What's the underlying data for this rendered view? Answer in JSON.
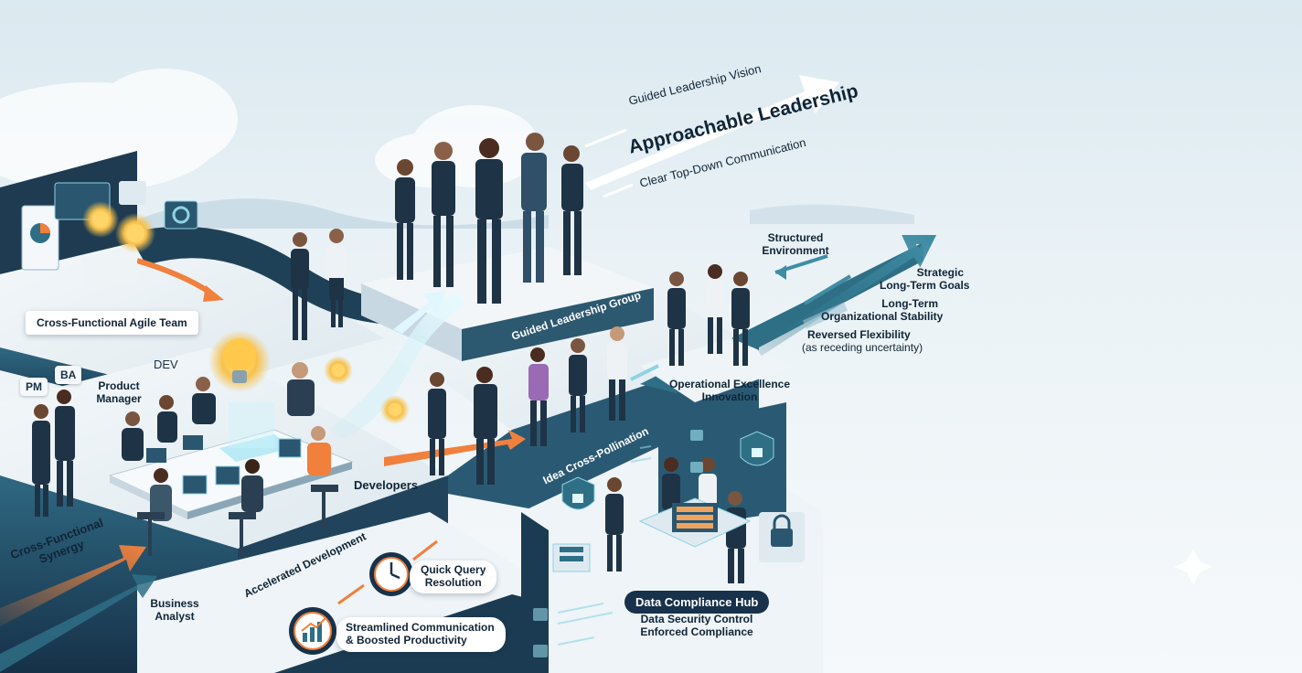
{
  "labels": {
    "leadership_vision": "Guided Leadership Vision",
    "approachable_leadership": "Approachable Leadership",
    "top_down": "Clear Top-Down Communication",
    "leadership_group": "Guided Leadership Group",
    "structured_environment_1": "Structured",
    "structured_environment_2": "Environment",
    "strategic_goals_1": "Strategic",
    "strategic_goals_2": "Long-Term Goals",
    "stability_1": "Long-Term",
    "stability_2": "Organizational Stability",
    "reversed_flexibility": "Reversed Flexibility",
    "receding_uncertainty": "(as receding uncertainty)",
    "cross_functional_team": "Cross-Functional Agile Team",
    "dev_tag": "DEV",
    "pm_tag": "PM",
    "ba_tag": "BA",
    "product_manager_1": "Product",
    "product_manager_2": "Manager",
    "operational_excellence_1": "Operational Excellence",
    "operational_excellence_2": "Innovation",
    "idea_cross_pollination": "Idea Cross-Pollination",
    "developers": "Developers",
    "cross_functional_synergy_1": "Cross-Functional",
    "cross_functional_synergy_2": "Synergy",
    "accelerated_development": "Accelerated Development",
    "quick_query_1": "Quick Query",
    "quick_query_2": "Resolution",
    "business_analyst_1": "Business",
    "business_analyst_2": "Analyst",
    "streamlined_1": "Streamlined Communication",
    "streamlined_2": "& Boosted Productivity",
    "data_compliance_hub": "Data Compliance Hub",
    "data_security": "Data Security Control",
    "enforced_compliance": "Enforced Compliance"
  },
  "colors": {
    "navy": "#17324a",
    "teal": "#2f6f86",
    "light_teal": "#8fd3e3",
    "orange": "#f0803c",
    "suit": "#1f3346",
    "platform_top": "#eef4f7",
    "platform_side": "#2c5870"
  },
  "icons": [
    "clock-icon",
    "growth-chart-icon",
    "lightbulb-icon",
    "lock-icon",
    "shield-lock-icon",
    "server-stack-icon",
    "laptop-icon",
    "dashboard-monitor-icon"
  ]
}
